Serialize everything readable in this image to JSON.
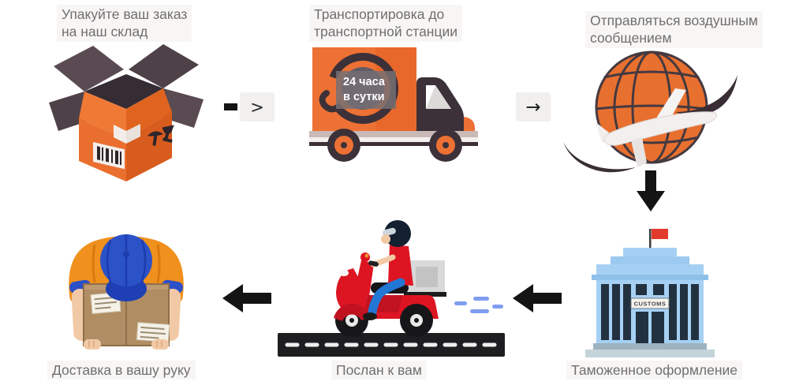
{
  "page": {
    "background": "#ffffff",
    "type": "shipping-process-infographic"
  },
  "colors": {
    "accent_orange": "#ea6f2f",
    "dark_plum": "#3f343b",
    "arrow_black": "#141414",
    "caption_gray": "#6f6f6f",
    "building_blue": "#a6d0f3",
    "scooter_red": "#dd1522",
    "cap_blue": "#2c52c8"
  },
  "steps": [
    {
      "id": "step-1-pack",
      "caption": "Упакуйте ваш заказ\nна наш склад",
      "illustration": "open-cardboard-box"
    },
    {
      "id": "step-2-transport",
      "caption": "Транспортировка до\nтранспортной станции",
      "illustration": "delivery-truck",
      "badge": "24 часа\nв сутки"
    },
    {
      "id": "step-3-air",
      "caption": "Отправляться воздушным\nсообщением",
      "illustration": "globe-with-airplane"
    },
    {
      "id": "step-4-customs",
      "caption": "Таможенное оформление",
      "illustration": "customs-building",
      "sign": "- CUSTOMS -"
    },
    {
      "id": "step-5-dispatch",
      "caption": "Послан к вам",
      "illustration": "delivery-scooter-on-road"
    },
    {
      "id": "step-6-handover",
      "caption": "Доставка в вашу руку",
      "illustration": "courier-holding-box"
    }
  ],
  "arrows": [
    {
      "from": "step-1",
      "to": "step-2",
      "style": "dash-and-boxed",
      "glyph": ">"
    },
    {
      "from": "step-2",
      "to": "step-3",
      "style": "boxed",
      "glyph": "→"
    },
    {
      "from": "step-3",
      "to": "step-4",
      "style": "bold",
      "glyph": "↓"
    },
    {
      "from": "step-4",
      "to": "step-5",
      "style": "bold",
      "glyph": "←"
    },
    {
      "from": "step-5",
      "to": "step-6",
      "style": "bold",
      "glyph": "←"
    }
  ]
}
